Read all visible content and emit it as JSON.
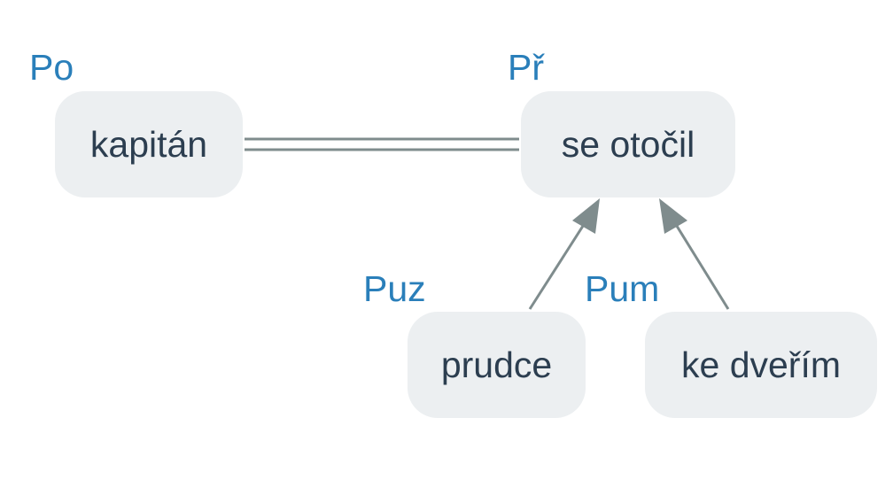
{
  "diagram": {
    "nodes": [
      {
        "id": "kapitan",
        "label": "kapitán",
        "role": "Po"
      },
      {
        "id": "otocil",
        "label": "se otočil",
        "role": "Př"
      },
      {
        "id": "prudce",
        "label": "prudce",
        "role": "Puz"
      },
      {
        "id": "dverim",
        "label": "ke dveřím",
        "role": "Pum"
      }
    ],
    "edges": [
      {
        "from": "kapitan",
        "to": "otocil",
        "style": "double-line"
      },
      {
        "from": "prudce",
        "to": "otocil",
        "style": "arrow"
      },
      {
        "from": "dverim",
        "to": "otocil",
        "style": "arrow"
      }
    ],
    "colors": {
      "node_fill": "#eceff1",
      "node_text": "#2c3e50",
      "role_text": "#2a7fba",
      "edge": "#7f8c8d"
    }
  }
}
